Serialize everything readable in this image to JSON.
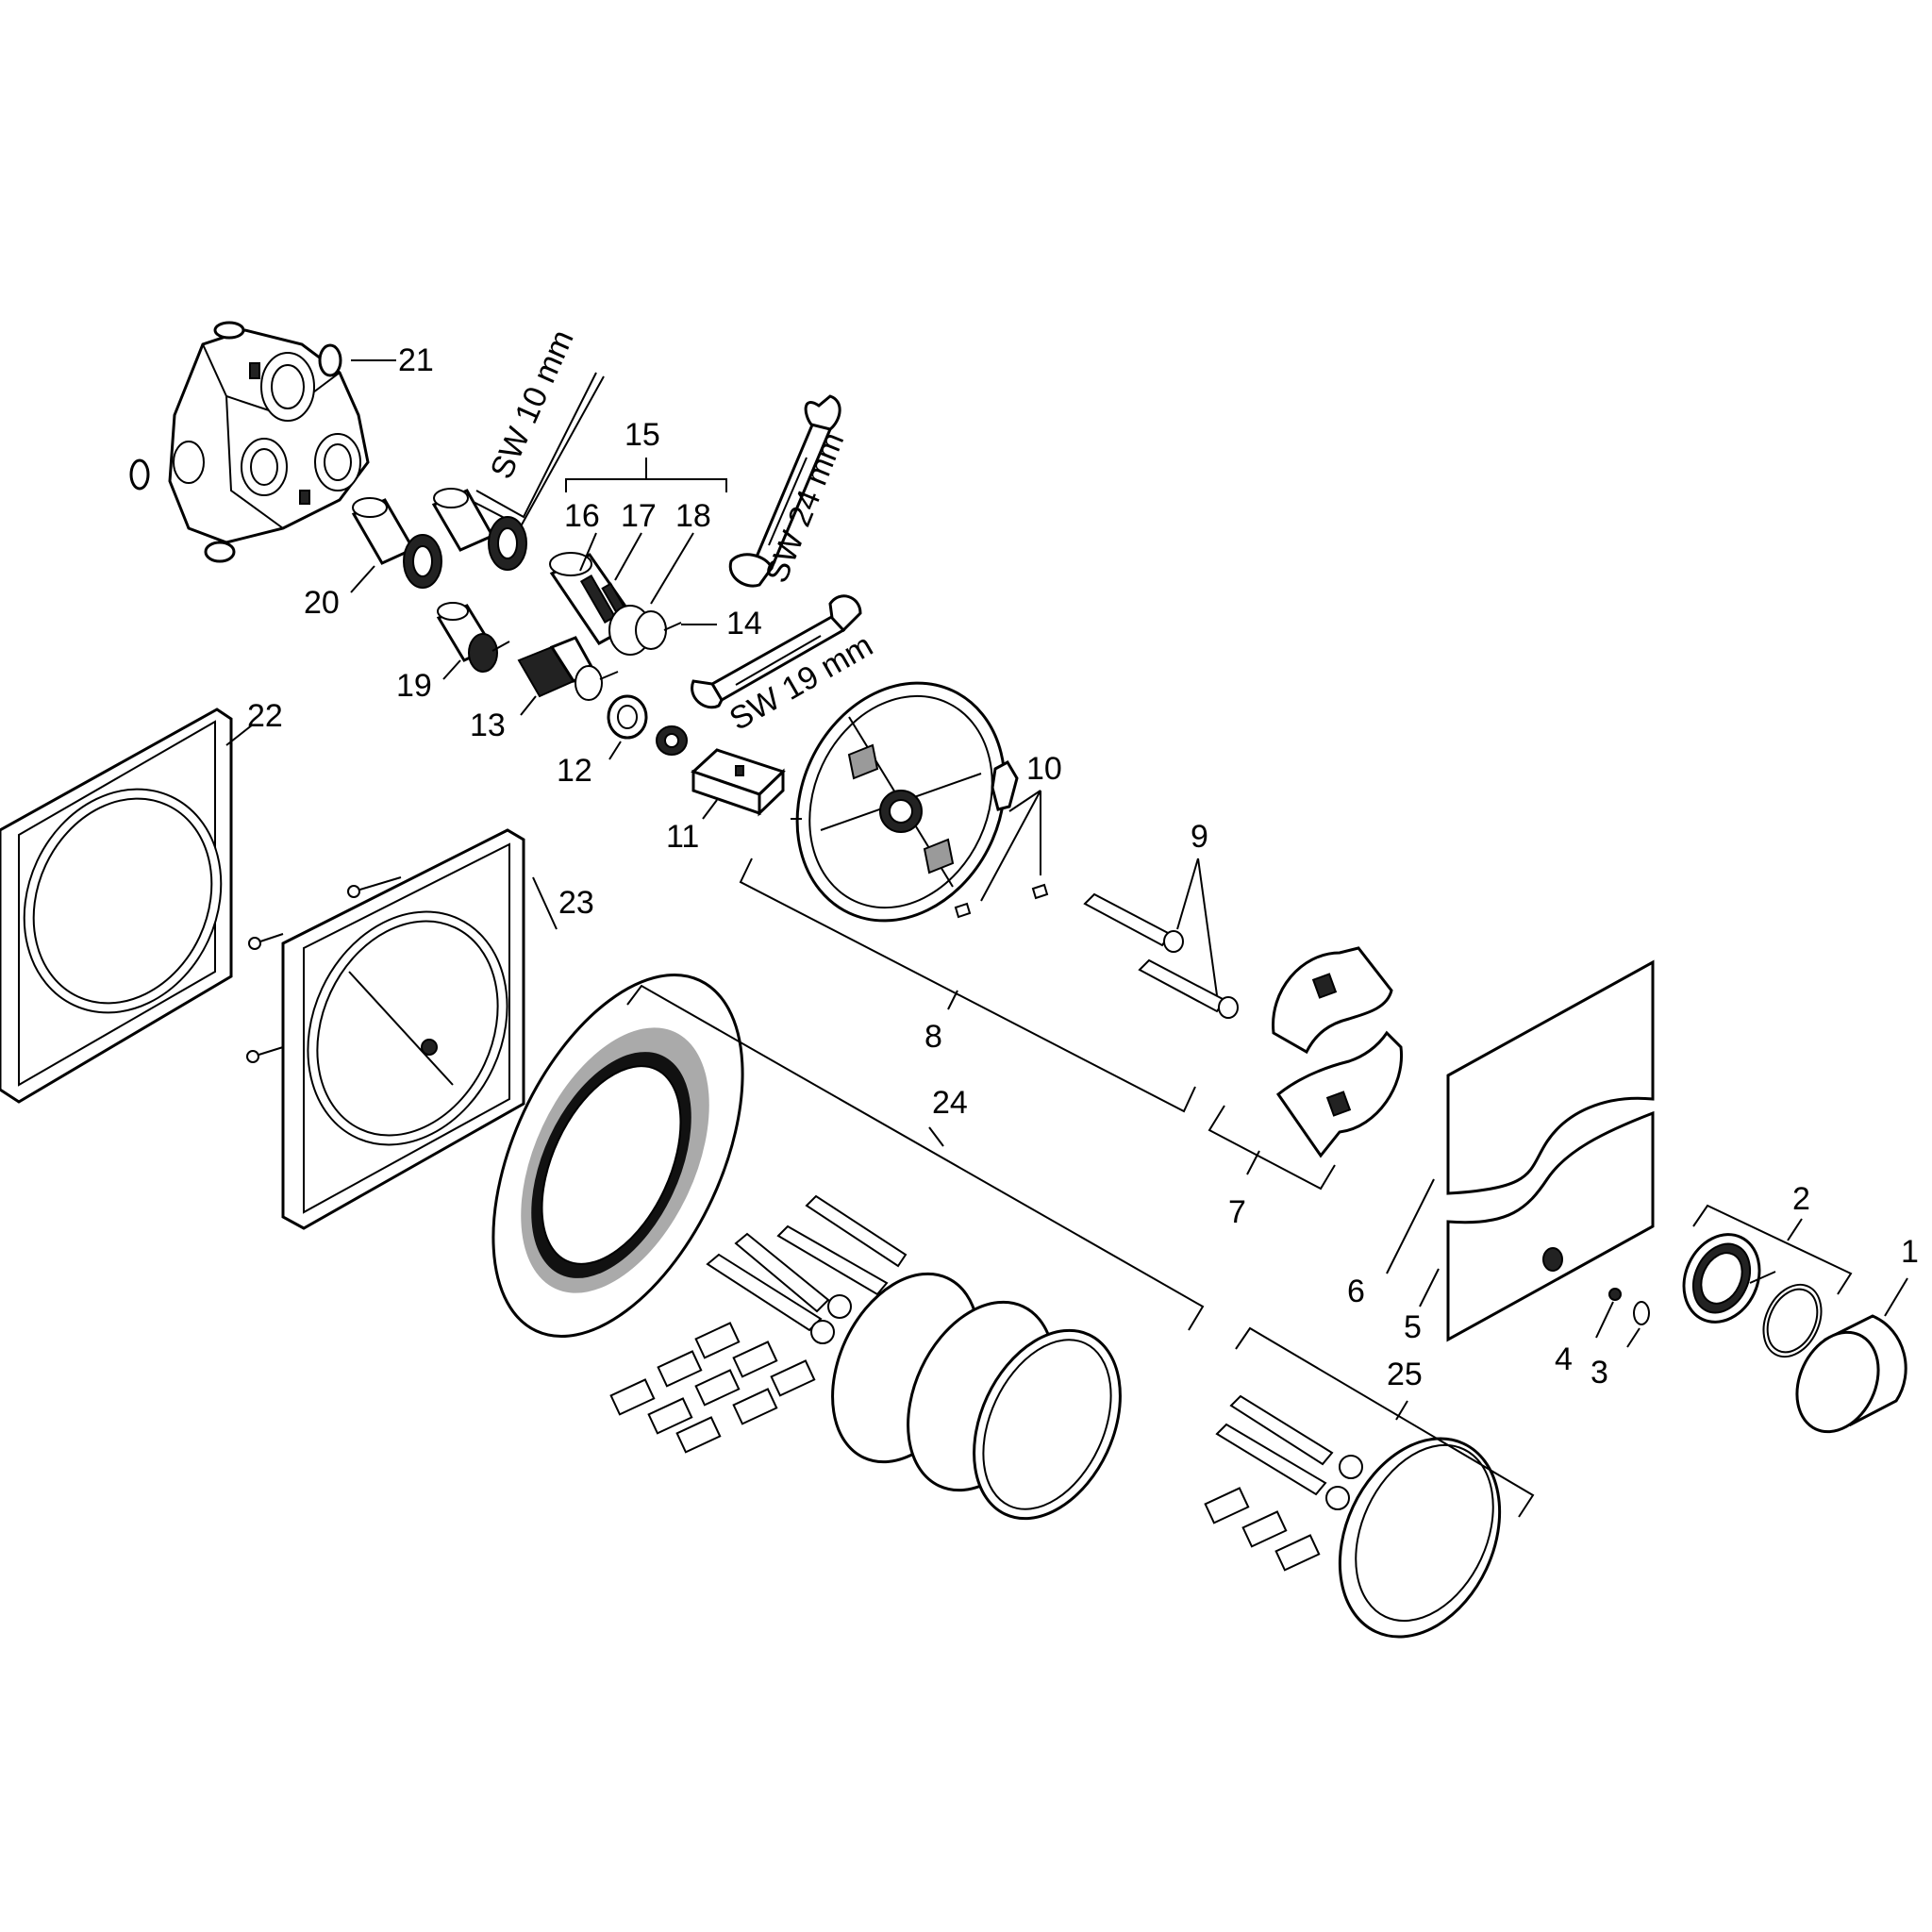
{
  "callouts": {
    "c1": "1",
    "c2": "2",
    "c3": "3",
    "c4": "4",
    "c5": "5",
    "c6": "6",
    "c7": "7",
    "c8": "8",
    "c9": "9",
    "c10": "10",
    "c11": "11",
    "c12": "12",
    "c13": "13",
    "c14": "14",
    "c15": "15",
    "c16": "16",
    "c17": "17",
    "c18": "18",
    "c19": "19",
    "c20": "20",
    "c21": "21",
    "c22": "22",
    "c23": "23",
    "c24": "24",
    "c25": "25"
  },
  "tools": {
    "hex_key": "SW 10 mm",
    "wrench_large": "SW 24 mm",
    "wrench_small": "SW 19 mm"
  }
}
